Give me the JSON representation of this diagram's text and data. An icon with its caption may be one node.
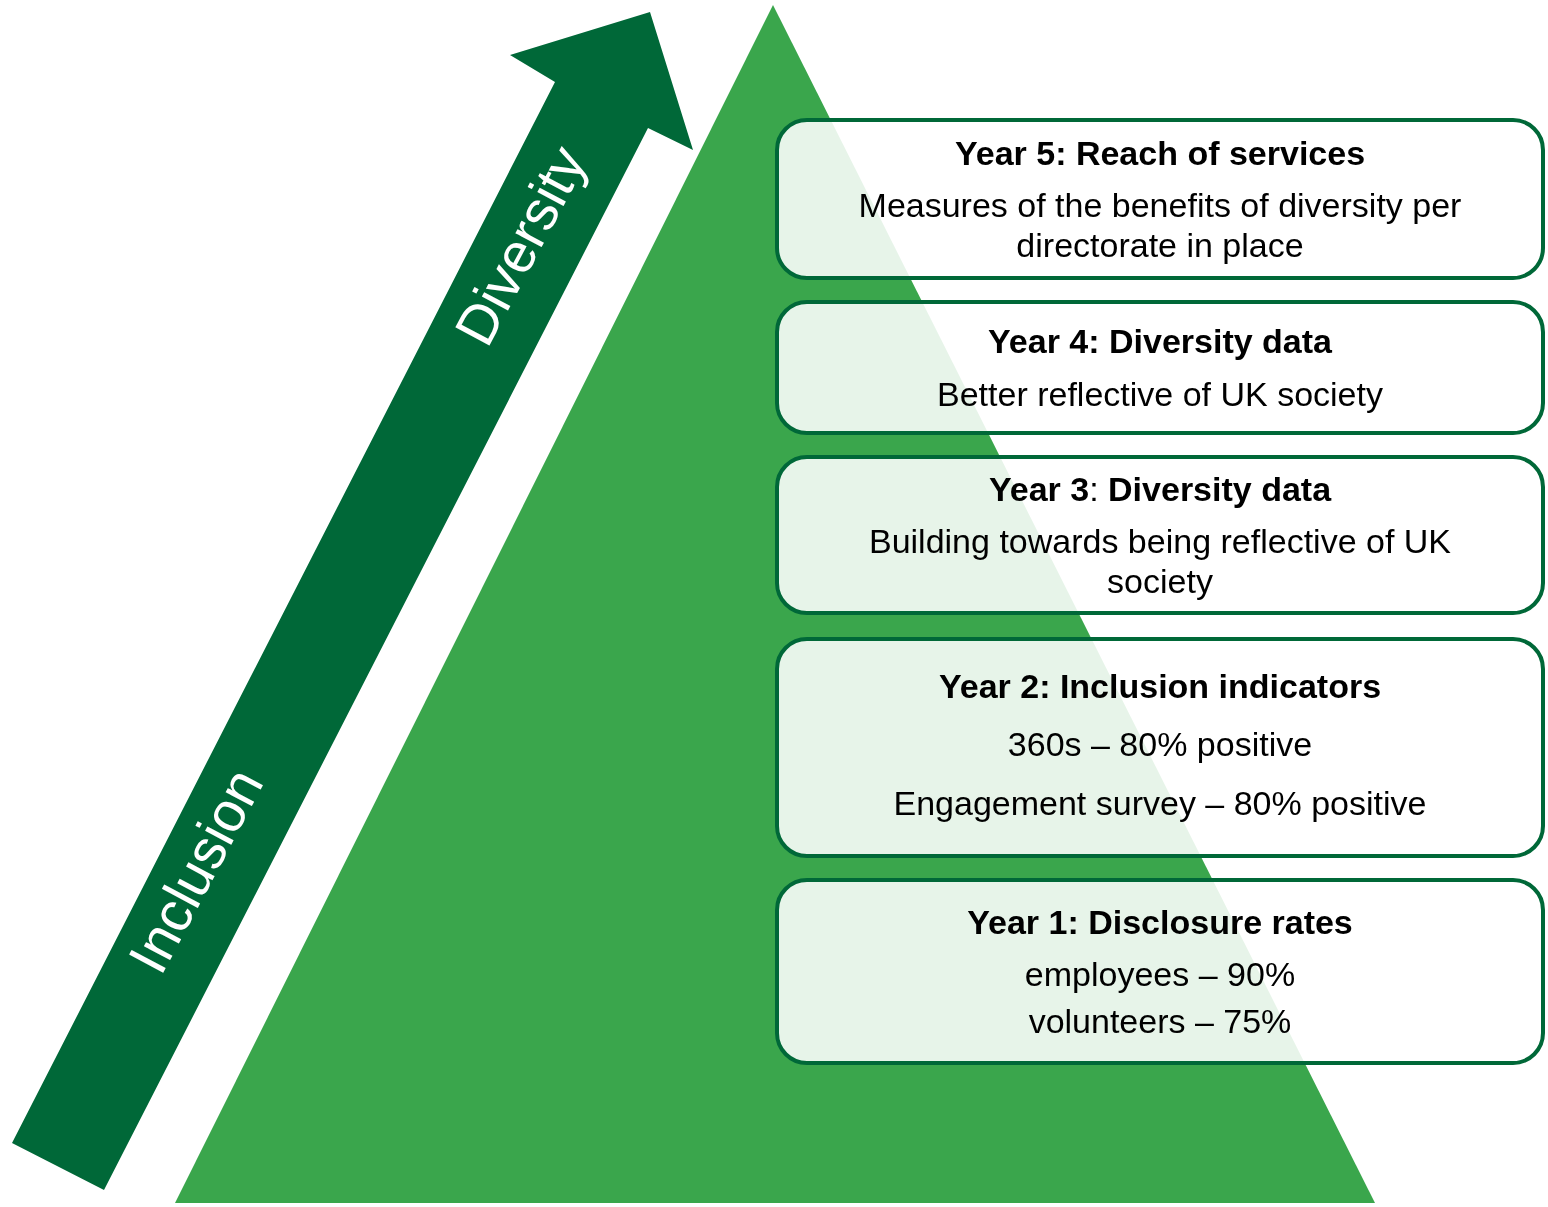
{
  "diagram": {
    "nodes": [
      {
        "text": [
          "Inclusion",
          "Diversity"
        ]
      },
      {
        "text": [
          "Year 5: Reach of services",
          "Measures of the benefits of diversity per directorate in place"
        ]
      },
      {
        "text": [
          "Year 4: Diversity data",
          "Better reflective of UK society"
        ]
      },
      {
        "text": [
          "**Year 3**: **Diversity data**",
          "Building towards being reflective of UK society"
        ]
      },
      {
        "text": [
          "Year 2: Inclusion indicators",
          "360s – 80% positive",
          "Engagement survey – 80% positive"
        ]
      },
      {
        "text": [
          "Year 1: Disclosure rates",
          "employees – 90%",
          "volunteers – 75%"
        ]
      }
    ],
    "edges": []
  }
}
